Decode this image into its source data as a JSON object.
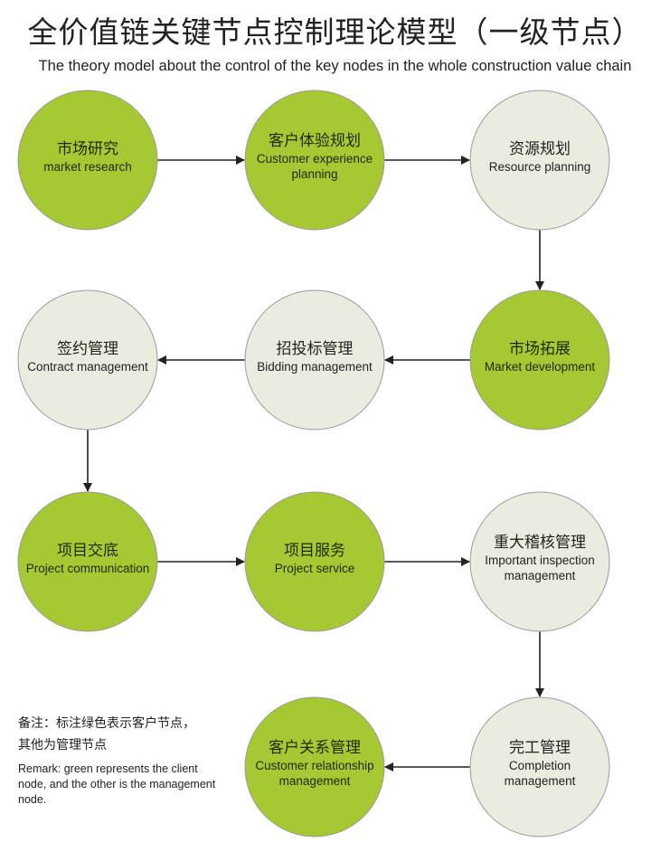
{
  "title": "全价值链关键节点控制理论模型（一级节点）",
  "subtitle": "The theory model about the control of the key nodes in the whole construction value chain",
  "colors": {
    "client": "#a6c832",
    "management": "#ecebdf",
    "border": "#9a9a9a",
    "arrow": "#222222"
  },
  "nodes": [
    {
      "id": "n1",
      "zh": "市场研究",
      "en": [
        "market research"
      ],
      "type": "client"
    },
    {
      "id": "n2",
      "zh": "客户体验规划",
      "en": [
        "Customer experience",
        "planning"
      ],
      "type": "client"
    },
    {
      "id": "n3",
      "zh": "资源规划",
      "en": [
        "Resource planning"
      ],
      "type": "management"
    },
    {
      "id": "n4",
      "zh": "市场拓展",
      "en": [
        "Market development"
      ],
      "type": "client"
    },
    {
      "id": "n5",
      "zh": "招投标管理",
      "en": [
        "Bidding management"
      ],
      "type": "management"
    },
    {
      "id": "n6",
      "zh": "签约管理",
      "en": [
        "Contract management"
      ],
      "type": "management"
    },
    {
      "id": "n7",
      "zh": "项目交底",
      "en": [
        "Project communication"
      ],
      "type": "client"
    },
    {
      "id": "n8",
      "zh": "项目服务",
      "en": [
        "Project service"
      ],
      "type": "client"
    },
    {
      "id": "n9",
      "zh": "重大稽核管理",
      "en": [
        "Important inspection",
        "management"
      ],
      "type": "management"
    },
    {
      "id": "n10",
      "zh": "完工管理",
      "en": [
        "Completion",
        "management"
      ],
      "type": "management"
    },
    {
      "id": "n11",
      "zh": "客户关系管理",
      "en": [
        "Customer relationship",
        "management"
      ],
      "type": "client"
    }
  ],
  "edges": [
    [
      "n1",
      "n2"
    ],
    [
      "n2",
      "n3"
    ],
    [
      "n3",
      "n4"
    ],
    [
      "n4",
      "n5"
    ],
    [
      "n5",
      "n6"
    ],
    [
      "n6",
      "n7"
    ],
    [
      "n7",
      "n8"
    ],
    [
      "n8",
      "n9"
    ],
    [
      "n9",
      "n10"
    ],
    [
      "n10",
      "n11"
    ]
  ],
  "remark": {
    "zh_line1": "备注：标注绿色表示客户节点，",
    "zh_line2": "其他为管理节点",
    "en_line1": "Remark: green represents the client",
    "en_line2": "node, and the other is the management",
    "en_line3": "node."
  }
}
